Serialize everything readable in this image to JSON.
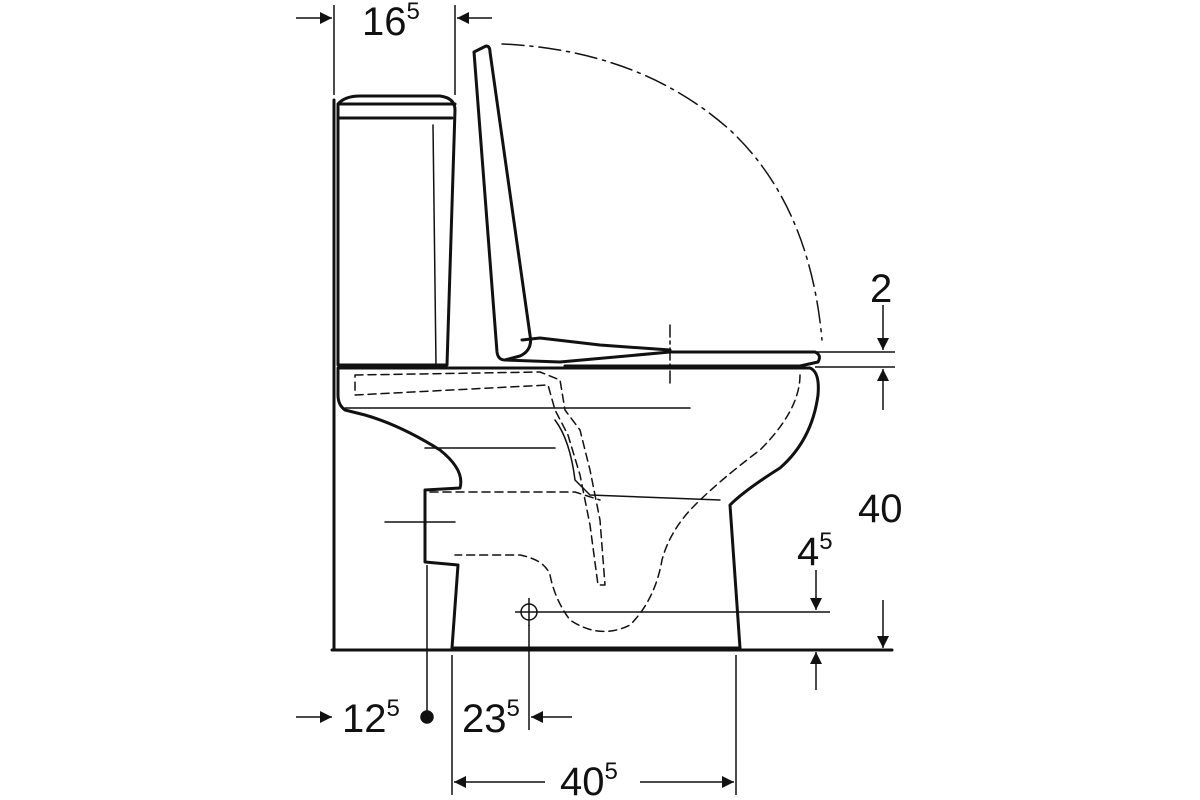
{
  "colors": {
    "line": "#111111",
    "background": "#ffffff"
  },
  "dimensions": [
    {
      "id": "tank-depth",
      "main": "16",
      "sup": "5"
    },
    {
      "id": "seat-thickness",
      "main": "2",
      "sup": ""
    },
    {
      "id": "seat-height",
      "main": "40",
      "sup": ""
    },
    {
      "id": "outlet-height",
      "main": "4",
      "sup": "5"
    },
    {
      "id": "wall-to-fixing",
      "main": "12",
      "sup": "5"
    },
    {
      "id": "fixing-to-outlet",
      "main": "23",
      "sup": "5"
    },
    {
      "id": "base-length",
      "main": "40",
      "sup": "5"
    }
  ]
}
